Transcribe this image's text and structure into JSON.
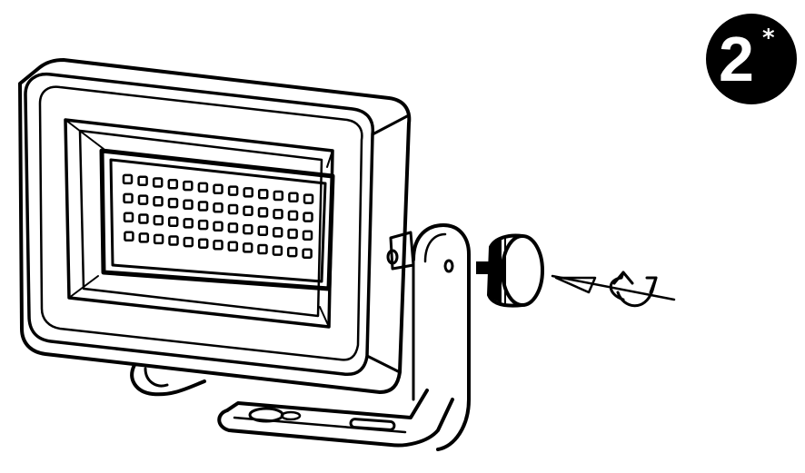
{
  "step_badge": {
    "number": "2",
    "mark": "*"
  },
  "illustration": {
    "subject": "led-floodlight",
    "led_grid": {
      "rows": 4,
      "columns": 13
    },
    "colors": {
      "line": "#000000",
      "background": "#ffffff",
      "badge": "#000000",
      "badge_text": "#ffffff"
    }
  },
  "icons": [
    "rotate-clockwise-icon",
    "knob-icon"
  ]
}
